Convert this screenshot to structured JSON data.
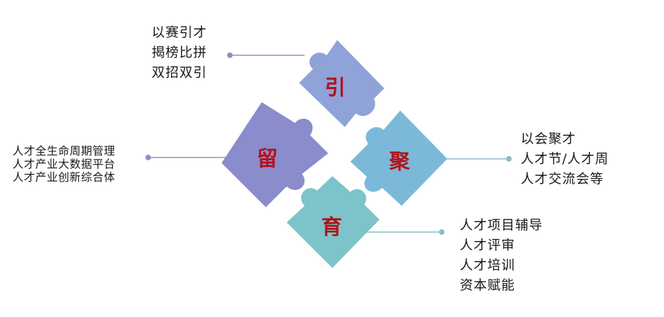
{
  "pieces": {
    "yin": {
      "char": "引",
      "color": "#8fa3d8"
    },
    "liu": {
      "char": "留",
      "color": "#8a8ccc"
    },
    "ju": {
      "char": "聚",
      "color": "#7cb9d8"
    },
    "yu": {
      "char": "育",
      "color": "#7cc4c9"
    }
  },
  "char_color": "#b3121b",
  "connector_color": "#8a92c6",
  "labels": {
    "yin": [
      "以赛引才",
      "揭榜比拼",
      "双招双引"
    ],
    "liu": [
      "人才全生命周期管理",
      "人才产业大数据平台",
      "人才产业创新综合体"
    ],
    "ju": [
      "以会聚才",
      "人才节/人才周",
      "人才交流会等"
    ],
    "yu": [
      "人才项目辅导",
      "人才评审",
      "人才培训",
      "资本赋能"
    ]
  }
}
